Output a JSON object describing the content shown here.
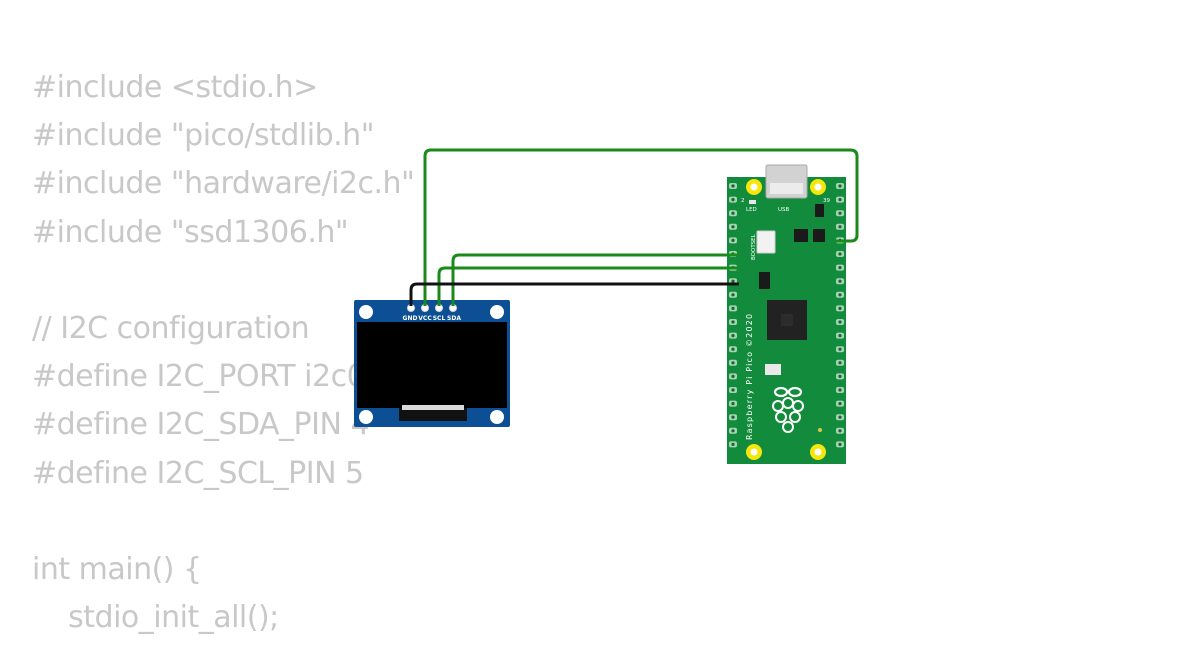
{
  "code": {
    "lines": [
      "#include <stdio.h>",
      "#include \"pico/stdlib.h\"",
      "#include \"hardware/i2c.h\"",
      "#include \"ssd1306.h\"",
      "",
      "// I2C configuration",
      "#define I2C_PORT i2c0",
      "#define I2C_SDA_PIN 4",
      "#define I2C_SCL_PIN 5",
      "",
      "int main() {",
      "    stdio_init_all();"
    ]
  },
  "oled": {
    "pin_labels": [
      "GND",
      "VCC",
      "SCL",
      "SDA"
    ],
    "board_color": "#0d4f94",
    "screen_color": "#000000"
  },
  "pico": {
    "board_label": "Raspberry Pi Pico ©2020",
    "led_label": "LED",
    "usb_label": "USB",
    "bootsel_label": "BOOTSEL",
    "corner_number_left": "2",
    "corner_number_right": "39",
    "board_color": "#128b3c",
    "pad_color": "#f5e60b"
  },
  "wires": {
    "signal_color": "#1a8a1a",
    "ground_color": "#111111"
  }
}
